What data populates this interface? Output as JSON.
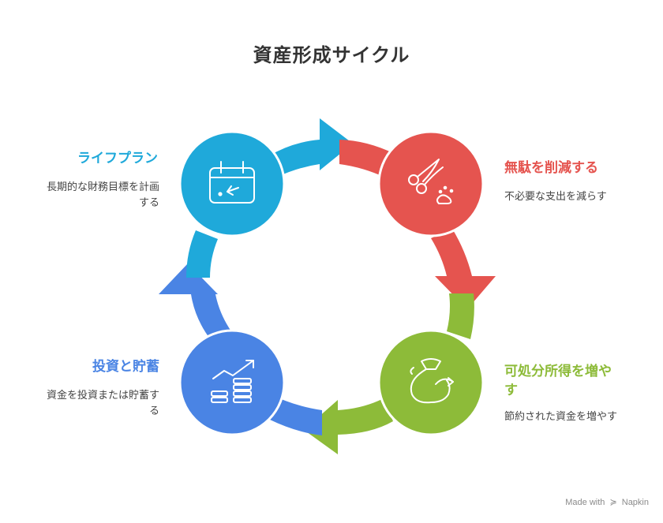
{
  "title": "資産形成サイクル",
  "colors": {
    "plan": "#1fa9da",
    "cut": "#e5544f",
    "income": "#8dbb39",
    "invest": "#4a84e4"
  },
  "steps": [
    {
      "label": "ライフプラン",
      "desc": "長期的な財務目標を計画する",
      "desc_lines": [
        "長期的な財務目標を計画",
        "する"
      ],
      "icon": "calendar-icon"
    },
    {
      "label": "無駄を削減する",
      "desc": "不必要な支出を減らす",
      "icon": "scissors-icon"
    },
    {
      "label": "可処分所得を増やす",
      "label_lines": [
        "可処分所得を増や",
        "す"
      ],
      "desc": "節約された資金を増やす",
      "icon": "money-bag-icon"
    },
    {
      "label": "投資と貯蓄",
      "desc": "資金を投資または貯蓄する",
      "desc_lines": [
        "資金を投資または貯蓄す",
        "る"
      ],
      "icon": "growth-chart-icon"
    }
  ],
  "footer": {
    "made_with": "Made with",
    "brand": "Napkin",
    "brand_icon": "napkin-logo-icon"
  }
}
